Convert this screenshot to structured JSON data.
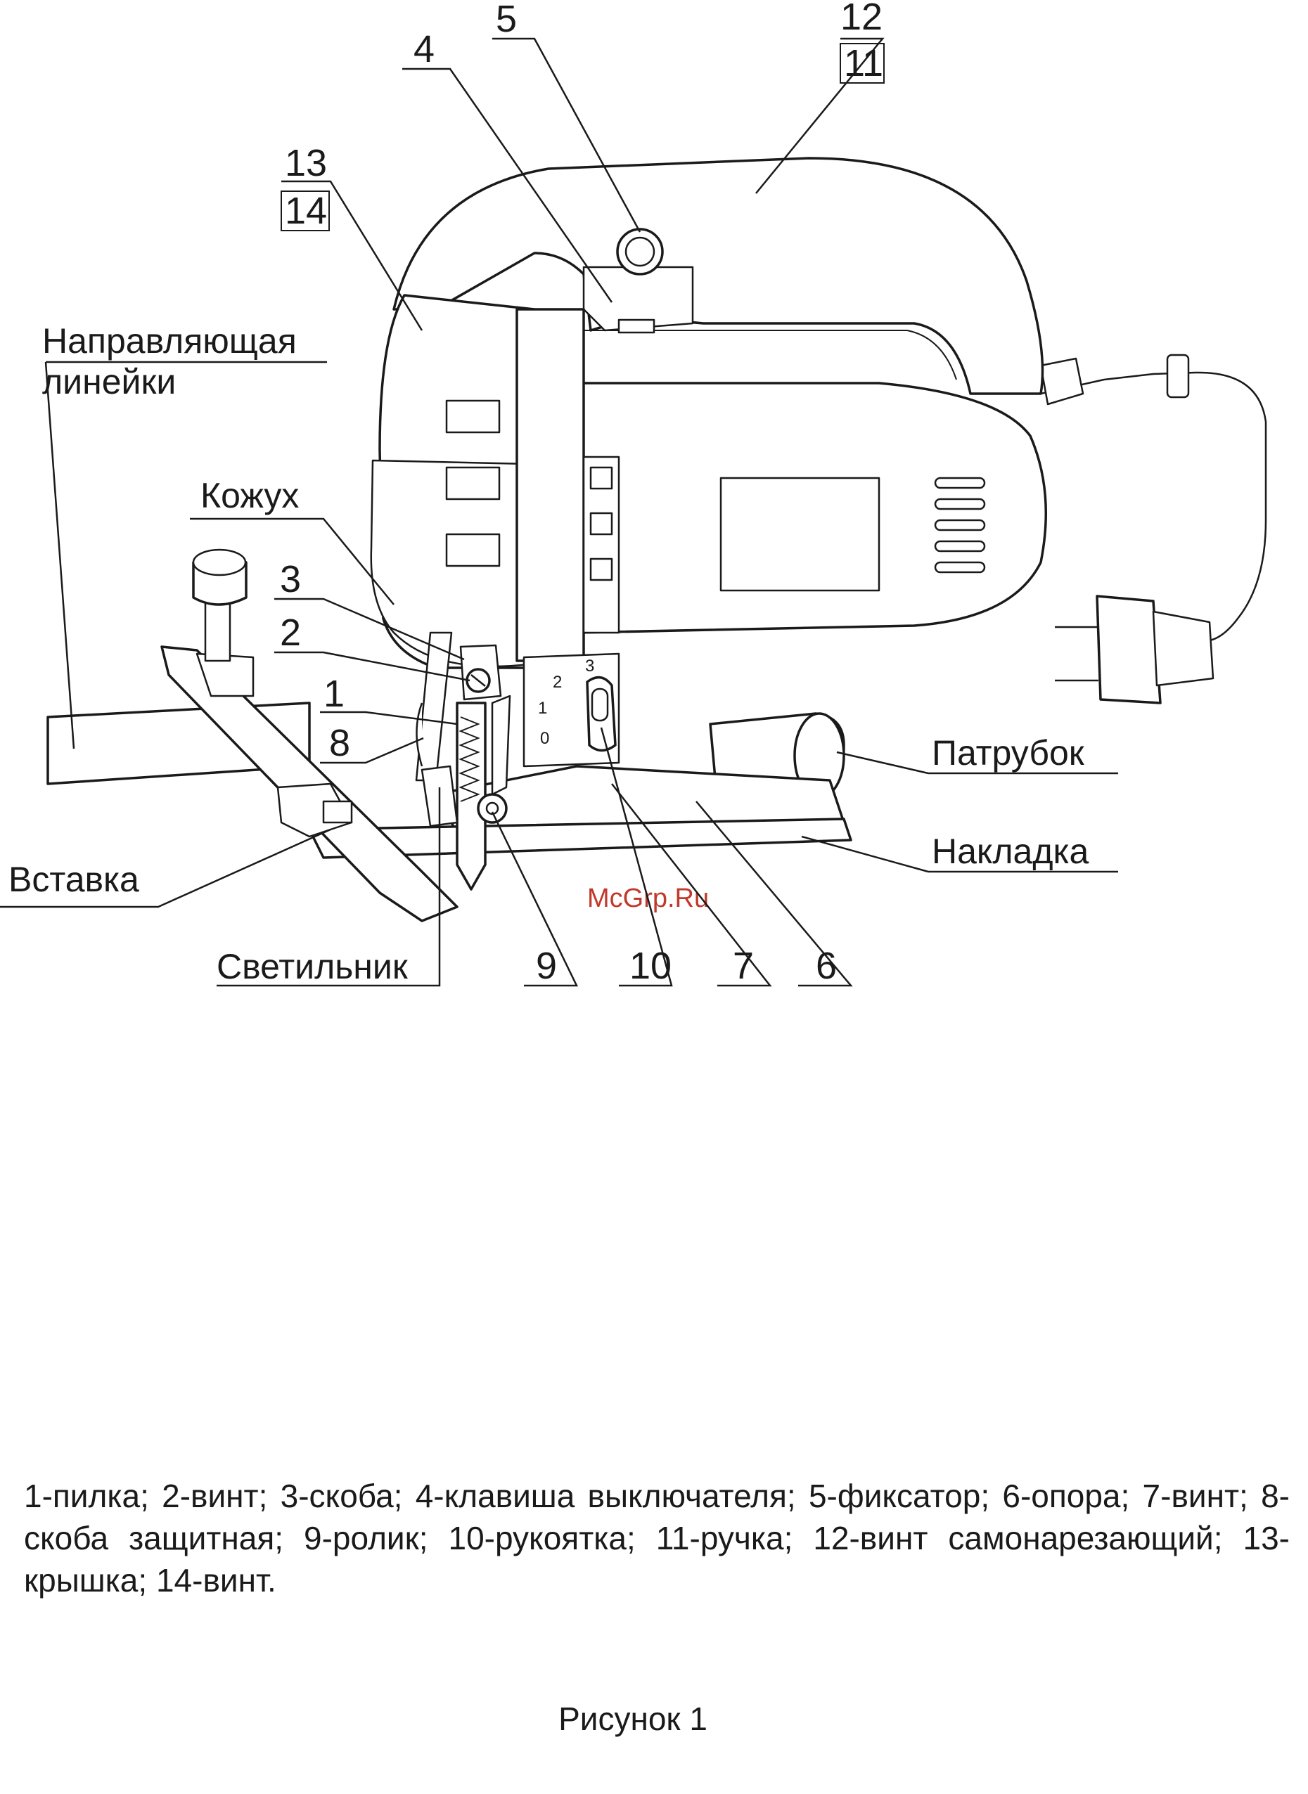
{
  "labels": {
    "guide": "Направляющая",
    "guide_line2": "линейки",
    "casing": "Кожух",
    "nozzle": "Патрубок",
    "overlay": "Накладка",
    "insert": "Вставка",
    "lamp": "Светильник",
    "watermark": "McGrp.Ru"
  },
  "numbers": {
    "n1": "1",
    "n2": "2",
    "n3": "3",
    "n4": "4",
    "n5": "5",
    "n6": "6",
    "n7": "7",
    "n8": "8",
    "n9": "9",
    "n10": "10",
    "n11": "11",
    "n12": "12",
    "n13": "13",
    "n14": "14"
  },
  "pendulum_scale": {
    "s0": "0",
    "s1": "1",
    "s2": "2",
    "s3": "3"
  },
  "legend_text": "1-пилка; 2-винт; 3-скоба; 4-клавиша выключателя; 5-фиксатор; 6-опора; 7-винт; 8-скоба защитная; 9-ролик; 10-рукоятка; 11-ручка; 12-винт самонарезающий; 13-крышка; 14-винт.",
  "caption": "Рисунок 1"
}
